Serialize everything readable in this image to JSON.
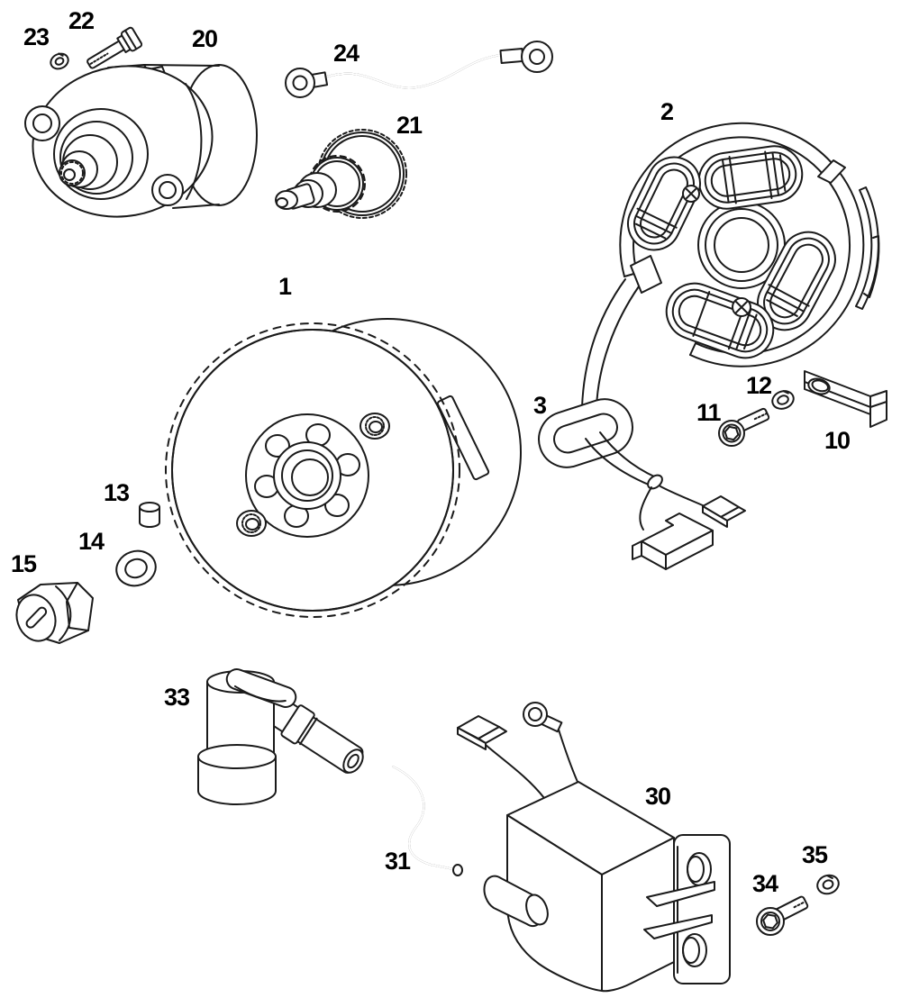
{
  "figure": {
    "type": "exploded-parts-diagram",
    "background": "#ffffff",
    "ink": "#1a1a1a"
  },
  "parts": {
    "p1": {
      "label": "1",
      "shape": "flywheel-magneto-rotor"
    },
    "p2": {
      "label": "2",
      "shape": "stator-coil-assembly"
    },
    "p3": {
      "label": "3",
      "shape": "wiring-grommet-loop"
    },
    "p10": {
      "label": "10",
      "shape": "cable-clamp-bracket"
    },
    "p11": {
      "label": "11",
      "shape": "socket-head-bolt"
    },
    "p12": {
      "label": "12",
      "shape": "lock-washer"
    },
    "p13": {
      "label": "13",
      "shape": "dowel-pin"
    },
    "p14": {
      "label": "14",
      "shape": "plain-washer"
    },
    "p15": {
      "label": "15",
      "shape": "slotted-nut"
    },
    "p20": {
      "label": "20",
      "shape": "starter-motor"
    },
    "p21": {
      "label": "21",
      "shape": "starter-drive-gear"
    },
    "p22": {
      "label": "22",
      "shape": "flange-bolt"
    },
    "p23": {
      "label": "23",
      "shape": "lock-washer"
    },
    "p24": {
      "label": "24",
      "shape": "ground-cable"
    },
    "p30": {
      "label": "30",
      "shape": "ignition-coil"
    },
    "p31": {
      "label": "31",
      "shape": "rubber-hose"
    },
    "p33": {
      "label": "33",
      "shape": "spark-plug-cap"
    },
    "p34": {
      "label": "34",
      "shape": "socket-head-bolt"
    },
    "p35": {
      "label": "35",
      "shape": "lock-washer"
    }
  }
}
